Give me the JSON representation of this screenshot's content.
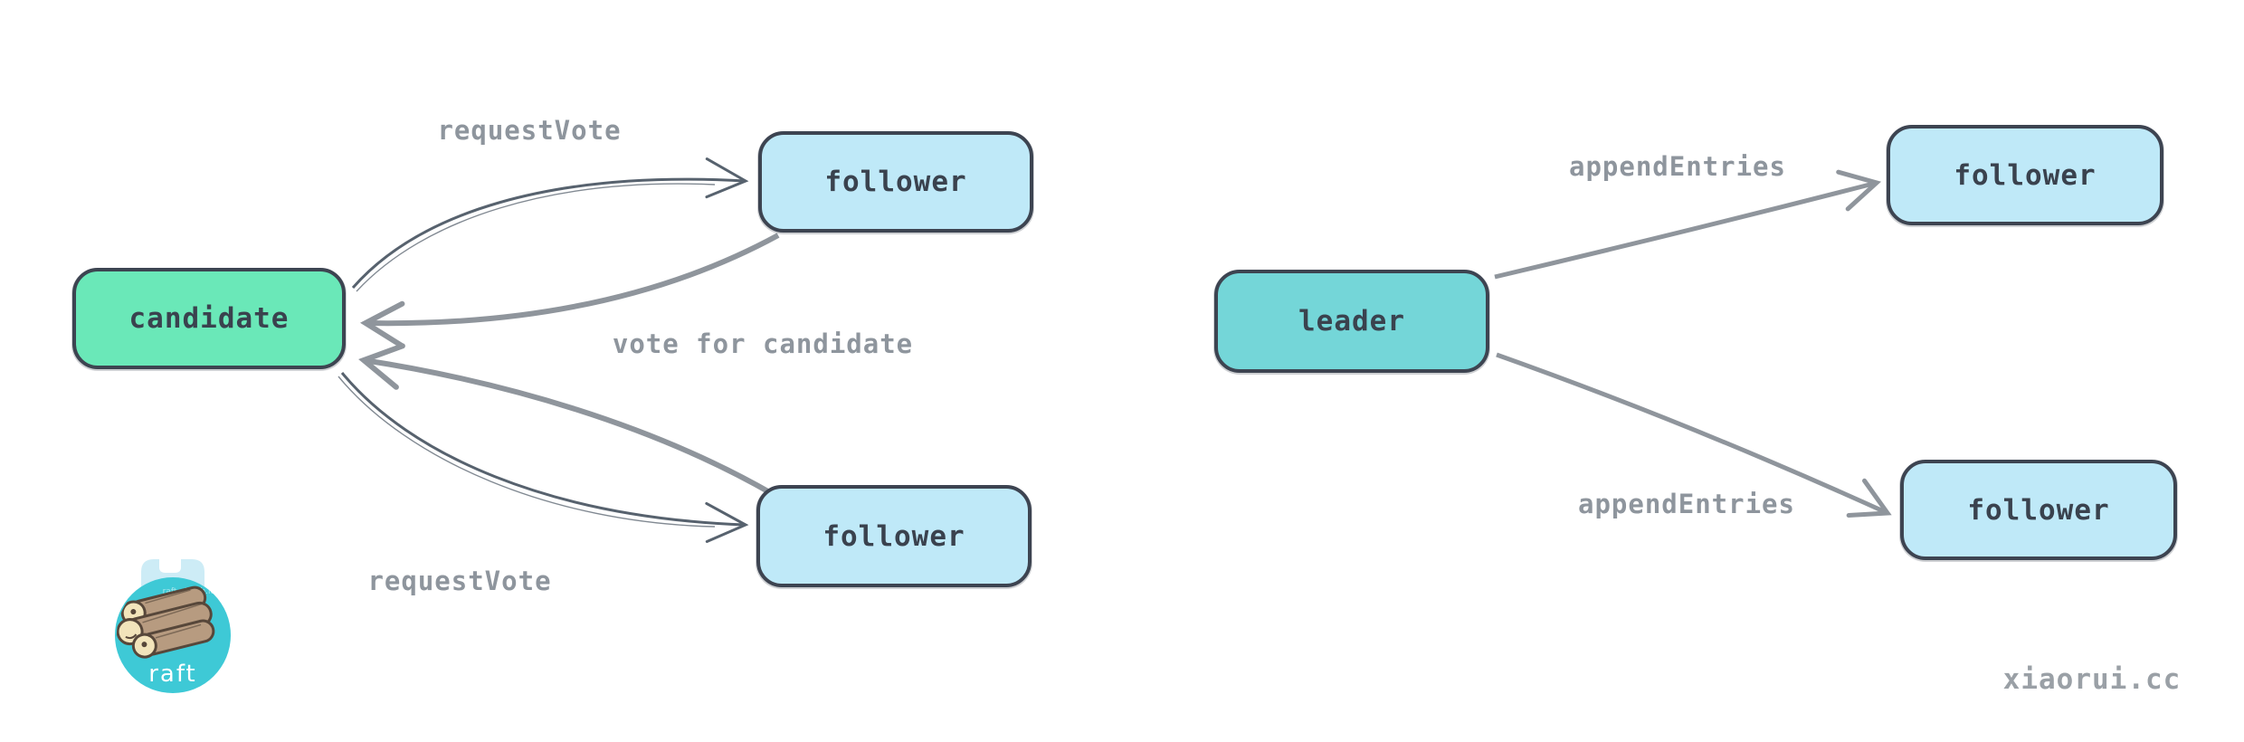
{
  "left_cluster": {
    "candidate_label": "candidate",
    "follower_top_label": "follower",
    "follower_bottom_label": "follower",
    "edge_request_vote_top": "requestVote",
    "edge_vote_for_candidate": "vote for candidate",
    "edge_request_vote_bottom": "requestVote"
  },
  "right_cluster": {
    "leader_label": "leader",
    "follower_top_label": "follower",
    "follower_bottom_label": "follower",
    "edge_append_entries_top": "appendEntries",
    "edge_append_entries_bottom": "appendEntries"
  },
  "logo": {
    "text": "raft",
    "site_label": "raft.github.io"
  },
  "watermark": "xiaorui.cc",
  "colors": {
    "candidate_fill": "#6ae8b8",
    "leader_fill": "#74d6d8",
    "follower_fill": "#bfe9f8",
    "node_border": "#3d4451",
    "node_text": "#3a424e",
    "edge_label": "#8e959d",
    "arrow_thick": "#8f959c",
    "arrow_thin": "#57626e",
    "logo_circle": "#3ec9d6",
    "logo_text": "#ffffff",
    "watermark": "#9aa0a6",
    "canvas_bg": "#ffffff"
  }
}
